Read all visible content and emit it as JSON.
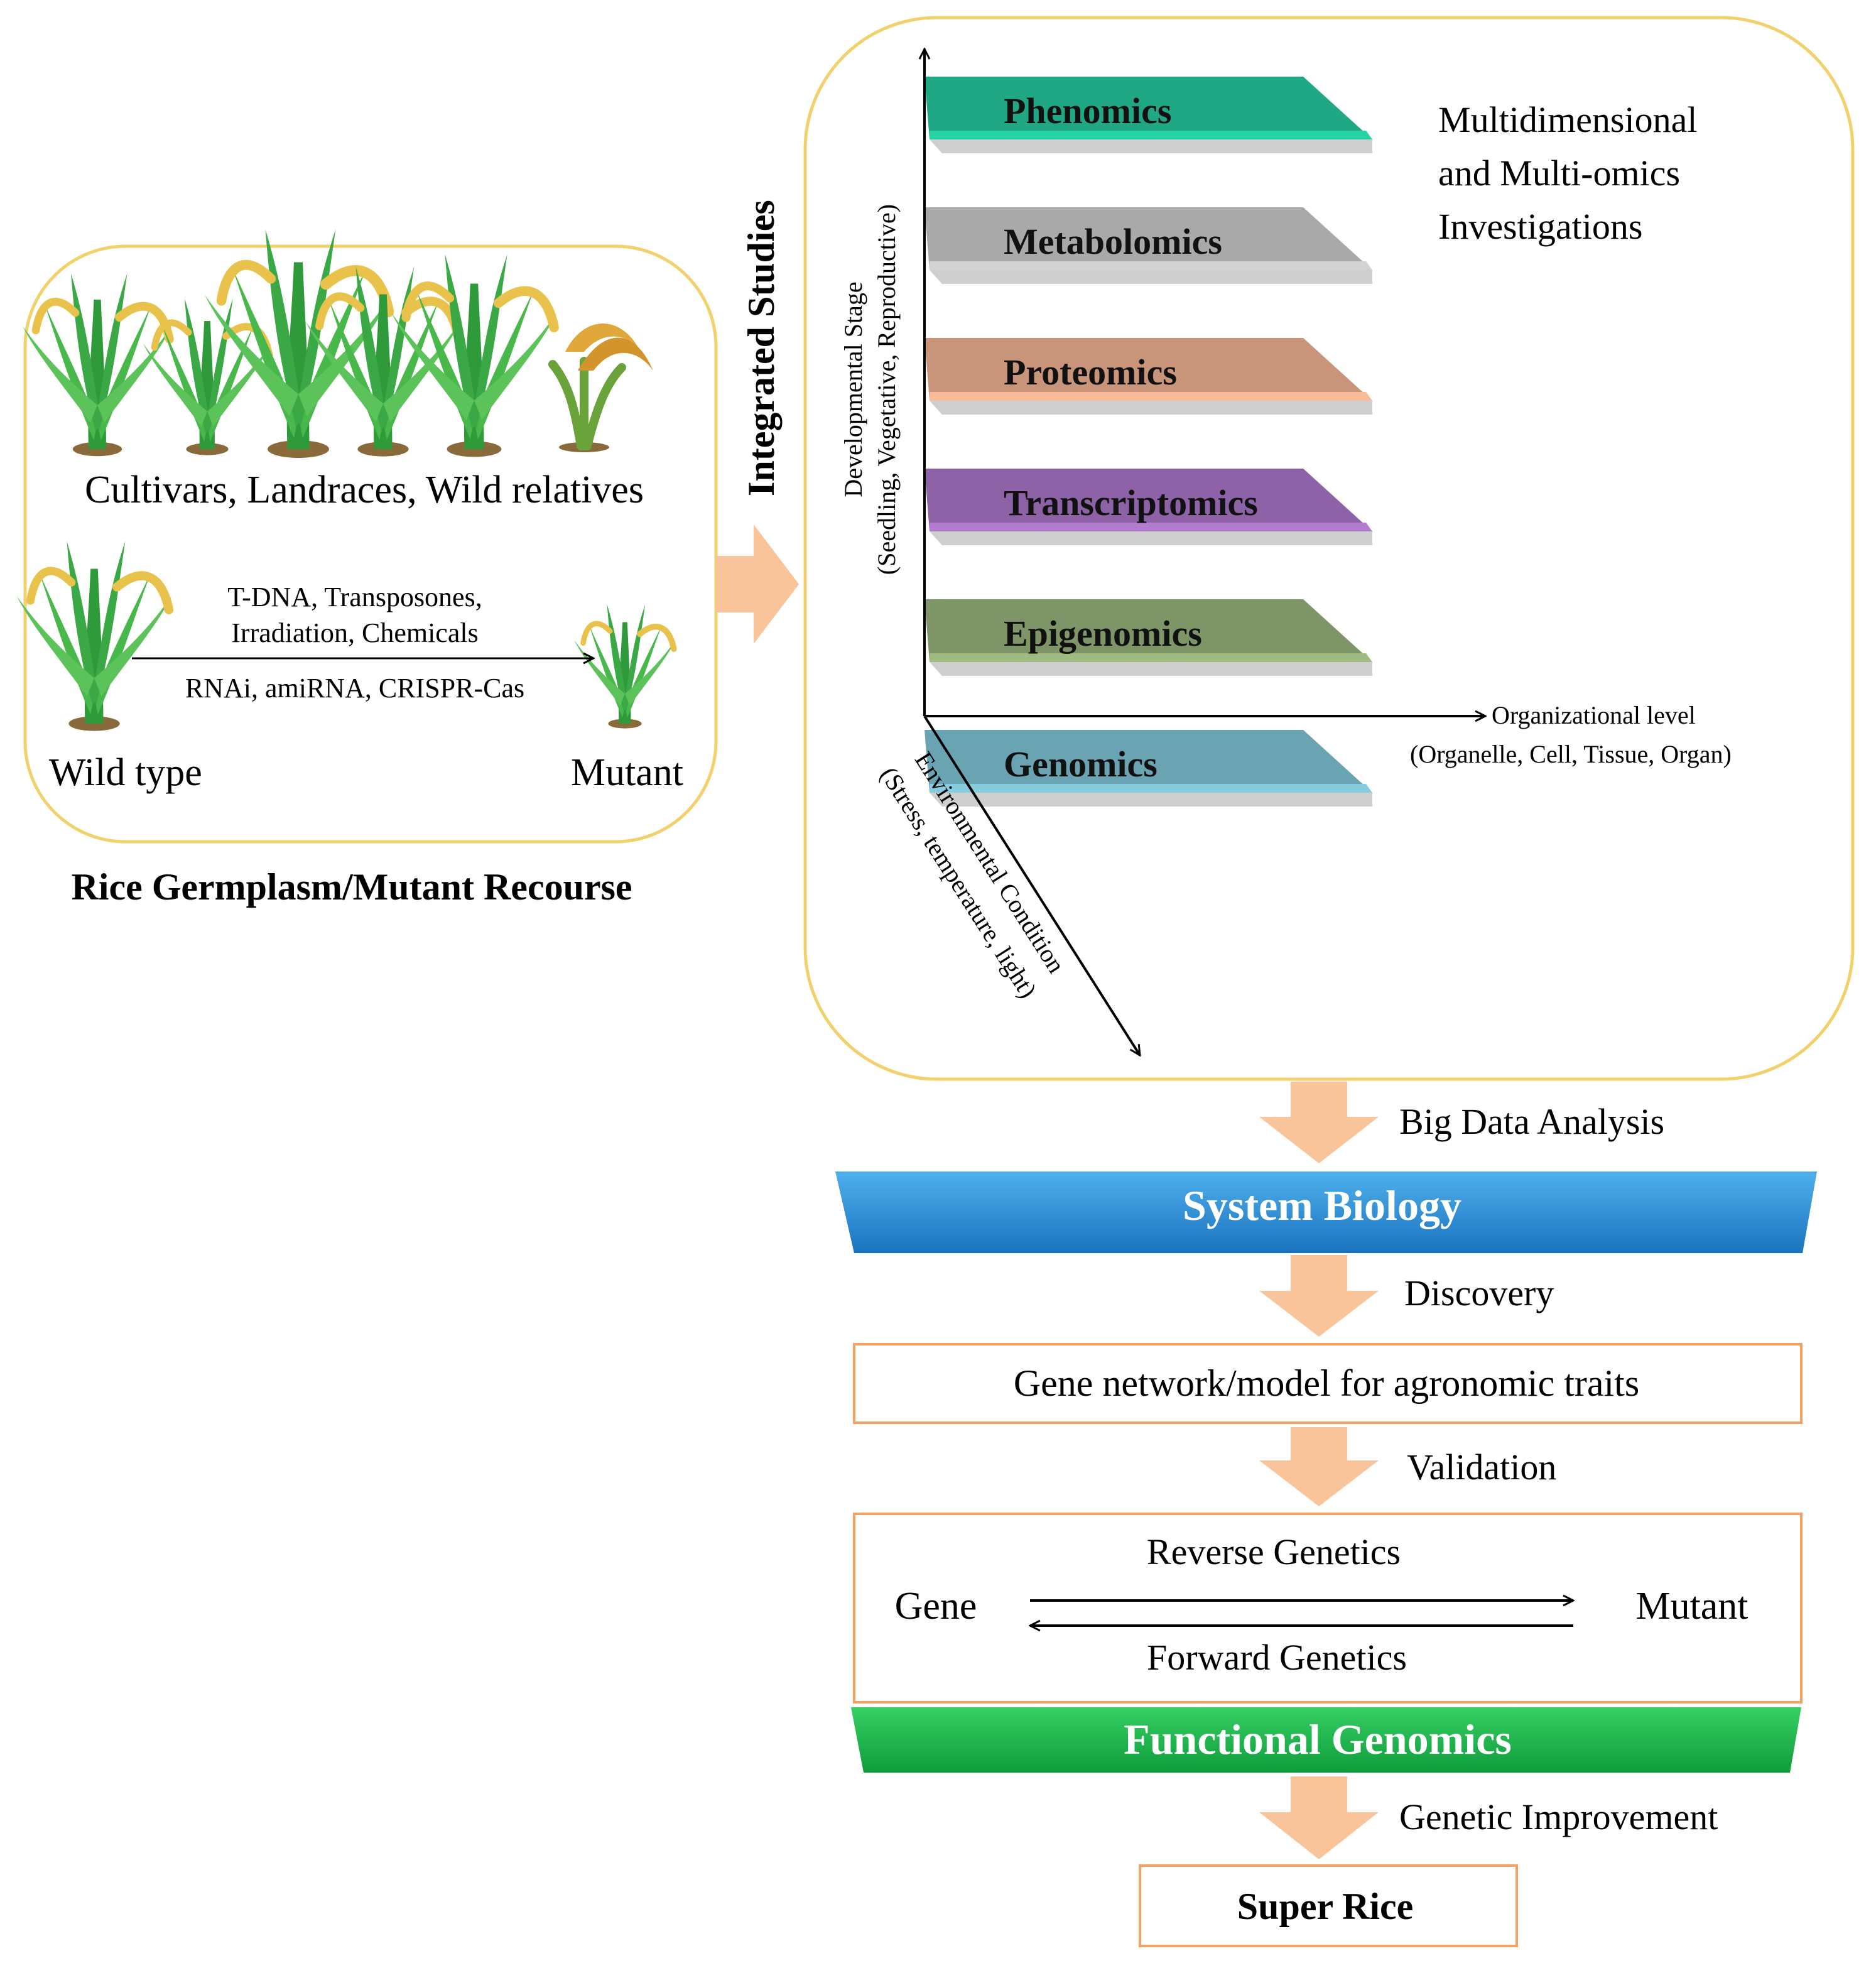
{
  "germplasm": {
    "row1_caption": "Cultivars, Landraces, Wild relatives",
    "methods_top_line1": "T-DNA, Transposones,",
    "methods_top_line2": "Irradiation, Chemicals",
    "methods_bottom": "RNAi, amiRNA, CRISPR-Cas",
    "wild_type": "Wild type",
    "mutant": "Mutant",
    "title": "Rice Germplasm/Mutant Recourse"
  },
  "integrated_label": "Integrated Studies",
  "omics": {
    "description_line1": "Multidimensional",
    "description_line2": "and Multi-omics",
    "description_line3": "Investigations",
    "axis_dev_line1": "Developmental Stage",
    "axis_dev_line2": "(Seedling, Vegetative, Reproductive)",
    "axis_org_line1": "Organizational level",
    "axis_org_line2": "(Organelle, Cell, Tissue, Organ)",
    "axis_env_line1": "Environmental Condition",
    "axis_env_line2": "(Stress, temperature, light)",
    "layers": [
      {
        "label": "Phenomics",
        "color": "#1fa883"
      },
      {
        "label": "Metabolomics",
        "color": "#a9a9a9"
      },
      {
        "label": "Proteomics",
        "color": "#c9957a"
      },
      {
        "label": "Transcriptomics",
        "color": "#8e62a6"
      },
      {
        "label": "Epigenomics",
        "color": "#7e9667"
      },
      {
        "label": "Genomics",
        "color": "#6aa3b2"
      }
    ]
  },
  "flow": {
    "big_data": "Big Data Analysis",
    "system_biology": "System Biology",
    "discovery": "Discovery",
    "gene_network": "Gene network/model for agronomic traits",
    "validation": "Validation",
    "reverse_genetics": "Reverse Genetics",
    "forward_genetics": "Forward Genetics",
    "gene": "Gene",
    "mutant": "Mutant",
    "functional_genomics": "Functional Genomics",
    "genetic_improvement": "Genetic Improvement",
    "super_rice": "Super Rice"
  },
  "colors": {
    "panel_border": "#f2d06b",
    "arrow": "#f9c49a",
    "box_border": "#f3a266",
    "system_biology": "#1f86d4",
    "functional_genomics": "#19b54a"
  }
}
